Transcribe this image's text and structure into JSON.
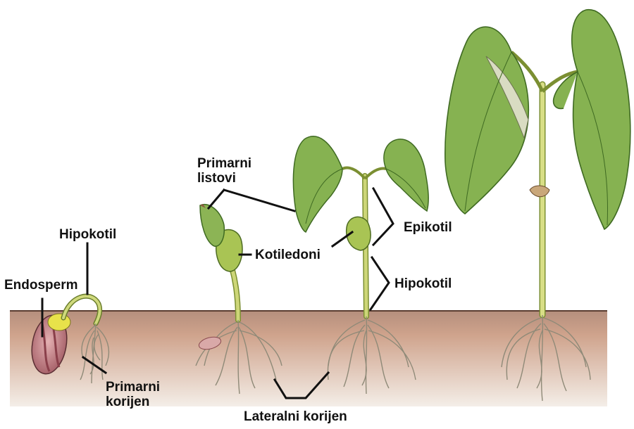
{
  "labels": {
    "primarni_listovi": "Primarni\nlistovi",
    "hipokotil_seedling": "Hipokotil",
    "endosperm": "Endosperm",
    "kotiledoni": "Kotiledoni",
    "epikotil": "Epikotil",
    "hipokotil_plant": "Hipokotil",
    "primarni_korijen": "Primarni\nkorijen",
    "lateralni_korijen": "Lateralni korijen"
  },
  "colors": {
    "soil": "#c79a82",
    "soil_dark": "#b98871",
    "leaf": "#7fae4e",
    "leaf_dark": "#4d7a2a",
    "stem": "#c9d67a",
    "seed": "#c88a8d",
    "endosperm": "#e8e24a",
    "root": "#e9e4d2",
    "leader_line": "#111111"
  }
}
